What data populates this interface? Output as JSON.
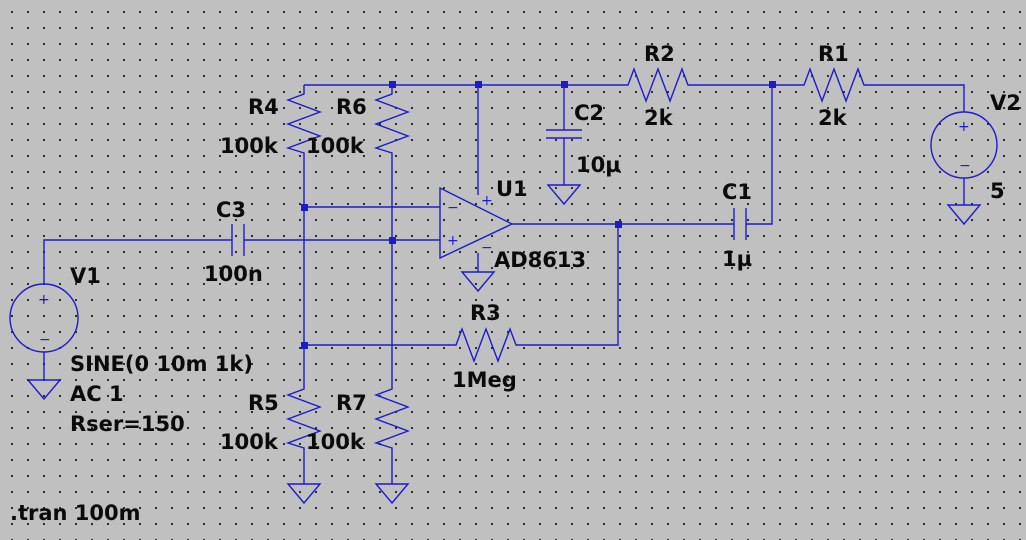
{
  "components": {
    "v1": {
      "name": "V1",
      "value_line1": "SINE(0 10m 1k)",
      "value_line2": "AC 1",
      "value_line3": "Rser=150"
    },
    "v2": {
      "name": "V2",
      "value": "5"
    },
    "r1": {
      "name": "R1",
      "value": "2k"
    },
    "r2": {
      "name": "R2",
      "value": "2k"
    },
    "r3": {
      "name": "R3",
      "value": "1Meg"
    },
    "r4": {
      "name": "R4",
      "value": "100k"
    },
    "r5": {
      "name": "R5",
      "value": "100k"
    },
    "r6": {
      "name": "R6",
      "value": "100k"
    },
    "r7": {
      "name": "R7",
      "value": "100k"
    },
    "c1": {
      "name": "C1",
      "value": "1µ"
    },
    "c2": {
      "name": "C2",
      "value": "10µ"
    },
    "c3": {
      "name": "C3",
      "value": "100n"
    },
    "u1": {
      "name": "U1",
      "value": "AD8613"
    }
  },
  "directive": ".tran 100m",
  "colors": {
    "background": "#c0c0c0",
    "wire": "#1c1ccf",
    "text": "#0b0b0b",
    "grid_dot": "#202020"
  }
}
